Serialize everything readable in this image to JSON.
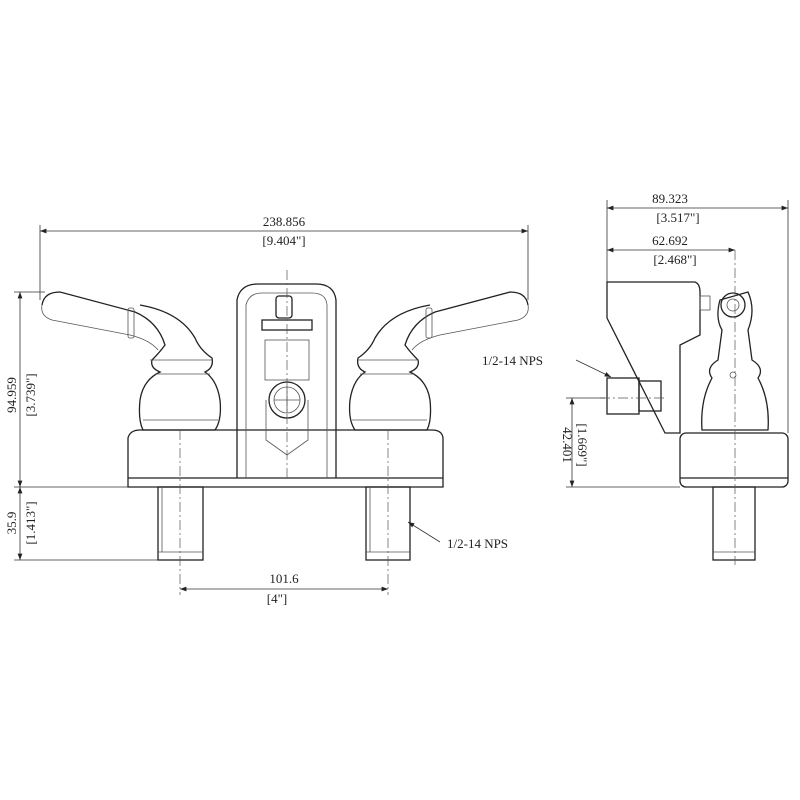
{
  "front_view": {
    "overall_width": {
      "metric": "238.856",
      "imperial": "[9.404\"]"
    },
    "body_height": {
      "metric": "94.959",
      "imperial": "[3.739\"]"
    },
    "shank_length": {
      "metric": "35.9",
      "imperial": "[1.413\"]"
    },
    "center_spacing": {
      "metric": "101.6",
      "imperial": "[4\"]"
    },
    "shank_thread": "1/2-14 NPS"
  },
  "side_view": {
    "overall_depth": {
      "metric": "89.323",
      "imperial": "[3.517\"]"
    },
    "center_depth": {
      "metric": "62.692",
      "imperial": "[2.468\"]"
    },
    "inlet_height": {
      "metric": "42.401",
      "imperial": "[1.669\"]"
    },
    "inlet_thread": "1/2-14 NPS"
  }
}
